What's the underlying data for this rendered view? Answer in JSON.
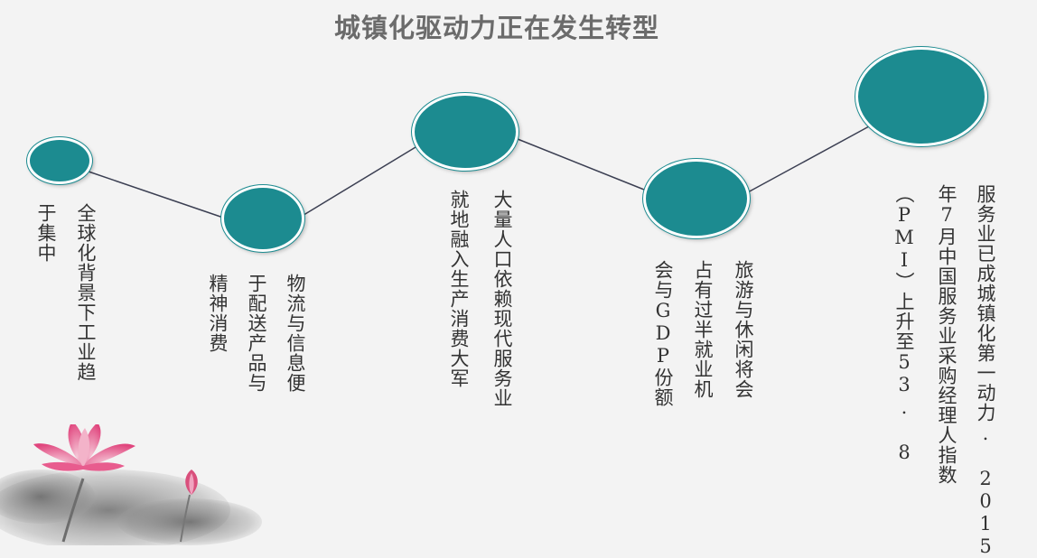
{
  "title": "城镇化驱动力正在发生转型",
  "colors": {
    "node": "#1c8b90",
    "connector": "#3b3f52",
    "title": "#6b6b6b",
    "text": "#333333"
  },
  "steps": [
    {
      "lines": [
        "全球化背景下工业趋",
        "于集中"
      ]
    },
    {
      "lines": [
        "物流与信息便",
        "于配送产品与",
        "精神消费"
      ]
    },
    {
      "lines": [
        "大量人口依赖现代服务业",
        "就地融入生产消费大军"
      ]
    },
    {
      "lines": [
        "旅游与休闲将会",
        "占有过半就业机",
        "会与GDP份额"
      ]
    },
    {
      "lines": [
        "服务业已成城镇化第一动力. 2015",
        "年7月中国服务业采购经理人指数",
        "（PMI）上升至53. 8"
      ]
    }
  ]
}
